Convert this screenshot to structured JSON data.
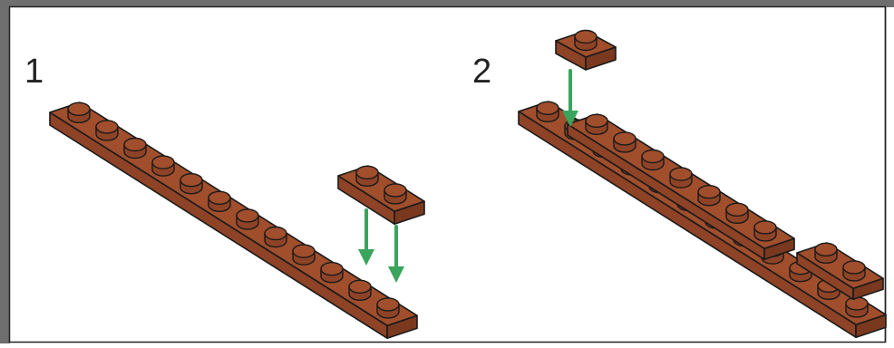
{
  "steps": [
    {
      "number": "1"
    },
    {
      "number": "2"
    }
  ],
  "colors": {
    "brick_top": "#a04e2c",
    "brick_front": "#8e4326",
    "brick_side": "#7a381f",
    "outline": "#1a1a1a",
    "arrow": "#3aa45c",
    "border": "#222222",
    "background": "#ffffff"
  },
  "icons": [
    "plate-1x12",
    "plate-1x2",
    "plate-1x1",
    "plate-1x8",
    "plate-1x3",
    "down-arrow-icon"
  ]
}
